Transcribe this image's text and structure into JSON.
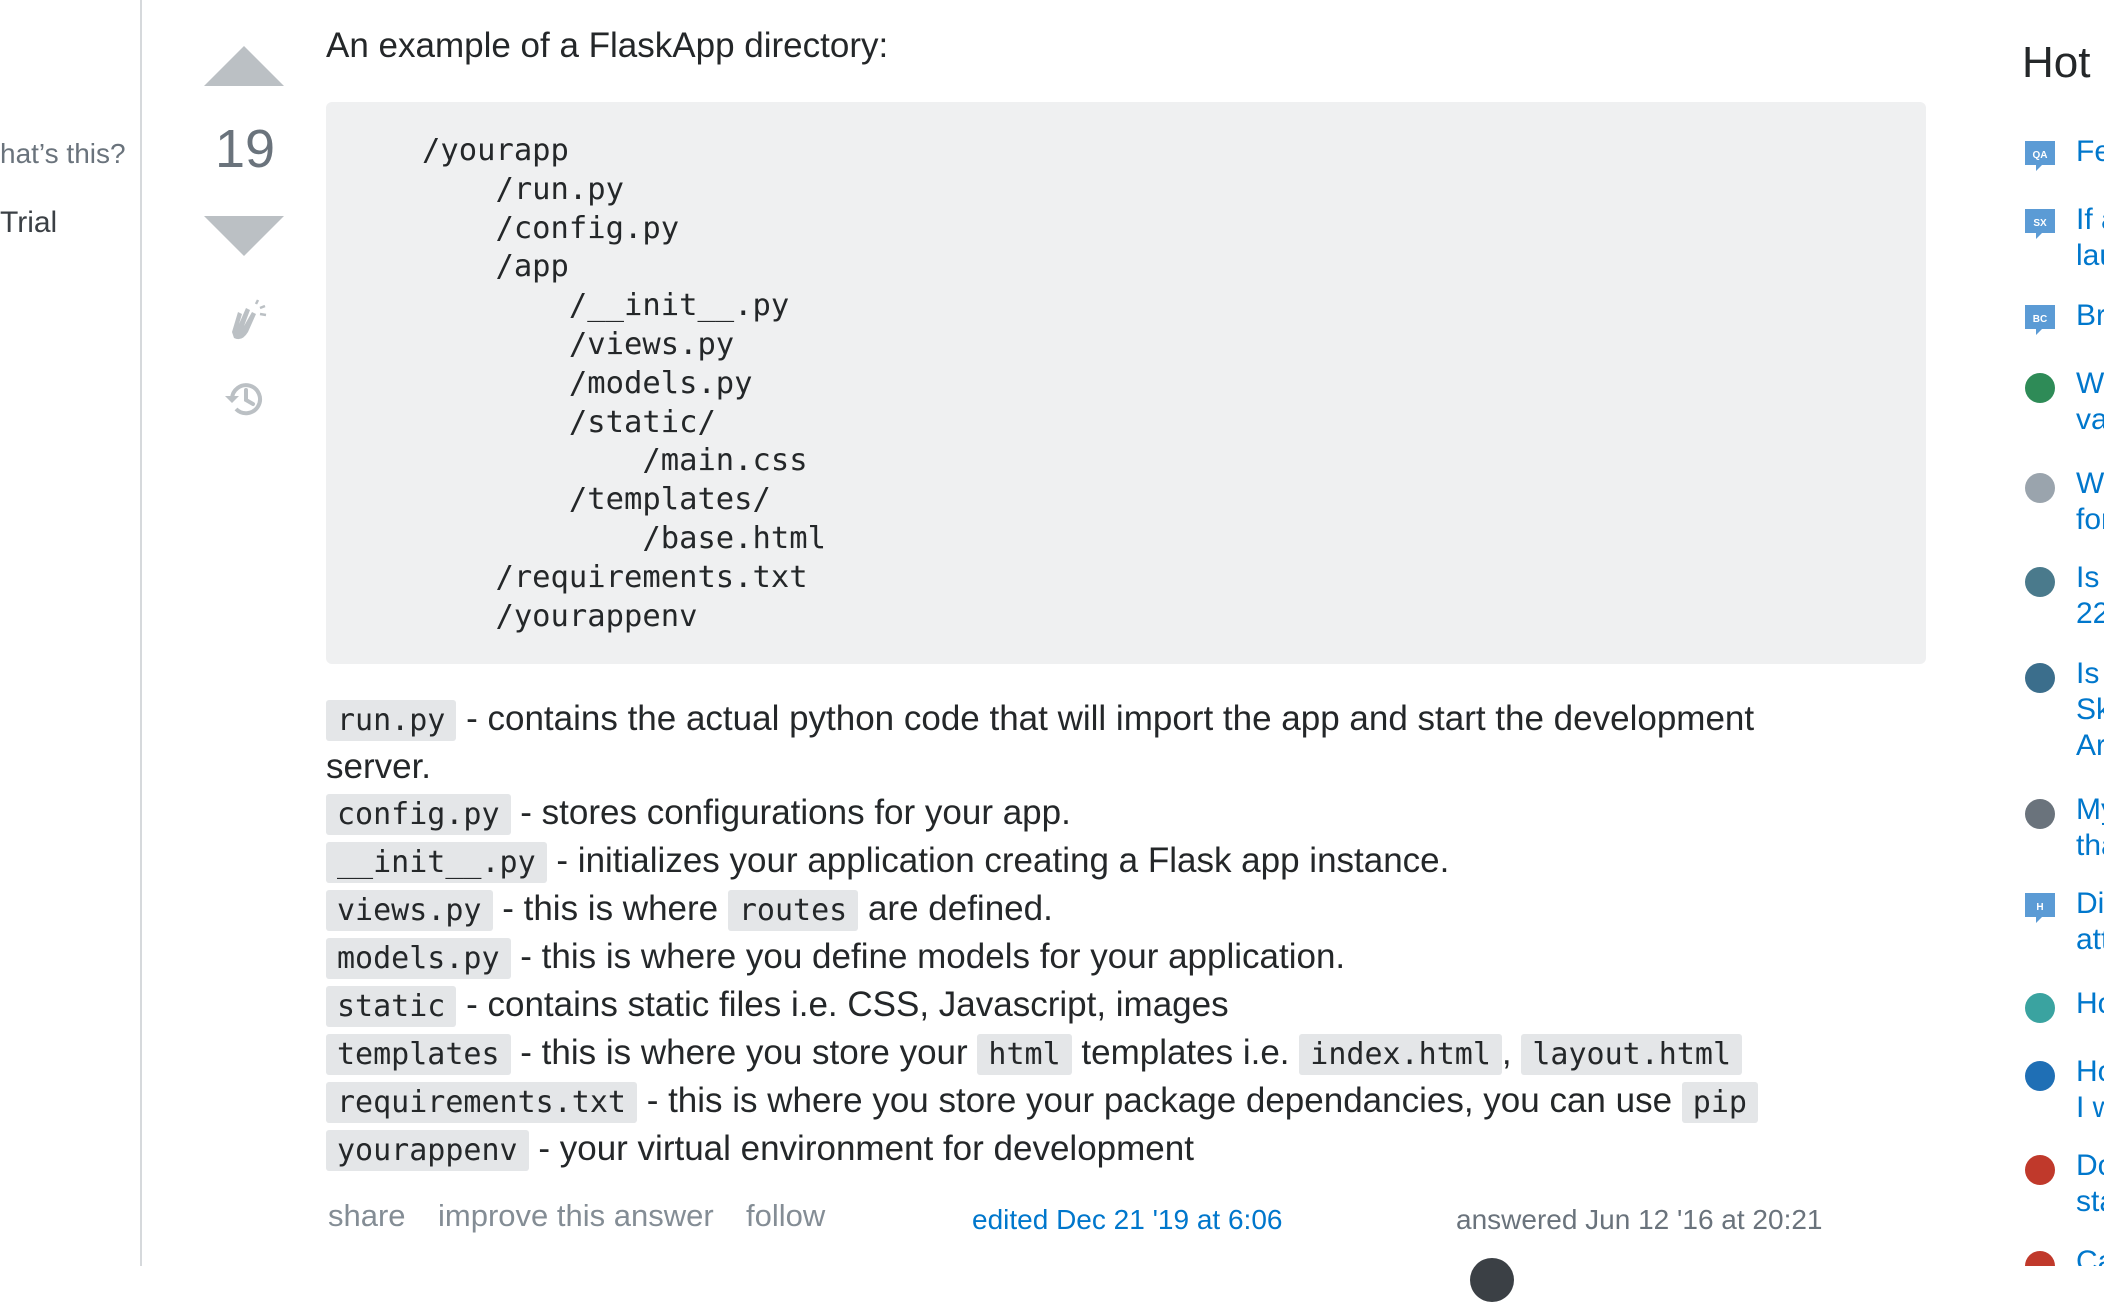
{
  "sidebar_left": {
    "whats_this": "hat’s this?",
    "trial": "Trial"
  },
  "vote": {
    "count": "19"
  },
  "post": {
    "intro": "An example of a FlaskApp directory:",
    "code_lines": [
      "/yourapp",
      "    /run.py",
      "    /config.py",
      "    /app",
      "        /__init__.py",
      "        /views.py",
      "        /models.py",
      "        /static/",
      "            /main.css",
      "        /templates/",
      "            /base.html",
      "    /requirements.txt",
      "    /yourappenv"
    ],
    "desc": [
      {
        "code": "run.py",
        "text": " - contains the actual python code that will import the app and start the development",
        "text2": "server."
      },
      {
        "code": "config.py",
        "text": " - stores configurations for your app."
      },
      {
        "code": "__init__.py",
        "text": " - initializes your application creating a Flask app instance."
      },
      {
        "code": "views.py",
        "text": " - this is where ",
        "code2": "routes",
        "text2": " are defined."
      },
      {
        "code": "models.py",
        "text": " - this is where you define models for your application."
      },
      {
        "code": "static",
        "text": " - contains static files i.e. CSS, Javascript, images"
      },
      {
        "code": "templates",
        "text": " - this is where you store your ",
        "code2": "html",
        "text2": " templates i.e. ",
        "code3": "index.html",
        "text3": ", ",
        "code4": "layout.html"
      },
      {
        "code": "requirements.txt",
        "text": " - this is where you store your package dependancies, you can use ",
        "code2": "pip"
      },
      {
        "code": "yourappenv",
        "text": " - your virtual environment for development"
      }
    ]
  },
  "post_menu": {
    "share": "share",
    "improve": "improve this answer",
    "follow": "follow",
    "edited": "edited Dec 21 '19 at 6:06",
    "answered": "answered Jun 12 '16 at 20:21"
  },
  "hot_network": {
    "title": "Hot",
    "items": [
      {
        "icon": "qa-site-icon",
        "color": "#5b9bd5",
        "label": "QA",
        "text": "Fe"
      },
      {
        "icon": "sx-site-icon",
        "color": "#5b9bd5",
        "label": "SX",
        "text": "If a\nlau"
      },
      {
        "icon": "bc-site-icon",
        "color": "#5b9bd5",
        "label": "BC",
        "text": "Br"
      },
      {
        "icon": "grid-site-icon",
        "color": "#2e8b57",
        "label": "",
        "text": "W\nva"
      },
      {
        "icon": "books-site-icon",
        "color": "#9aa4ad",
        "label": "",
        "text": "W\nfor"
      },
      {
        "icon": "shield-site-icon",
        "color": "#4a7a8c",
        "label": "",
        "text": "Is\n22"
      },
      {
        "icon": "vehicle-site-icon",
        "color": "#3b6e8c",
        "label": "",
        "text": "Is\nSk\nAr"
      },
      {
        "icon": "plus-site-icon",
        "color": "#6a737c",
        "label": "",
        "text": "My\ntha"
      },
      {
        "icon": "h-site-icon",
        "color": "#5b9bd5",
        "label": "H",
        "text": "Di\natt"
      },
      {
        "icon": "heart-site-icon",
        "color": "#3aa3a0",
        "label": "",
        "text": "Ho"
      },
      {
        "icon": "diamond-site-icon",
        "color": "#1f6fb5",
        "label": "",
        "text": "Ho\nI w"
      },
      {
        "icon": "d20-site-icon",
        "color": "#c0392b",
        "label": "",
        "text": "Do\nsta"
      },
      {
        "icon": "crown-site-icon",
        "color": "#c0392b",
        "label": "",
        "text": "Ca"
      }
    ]
  }
}
